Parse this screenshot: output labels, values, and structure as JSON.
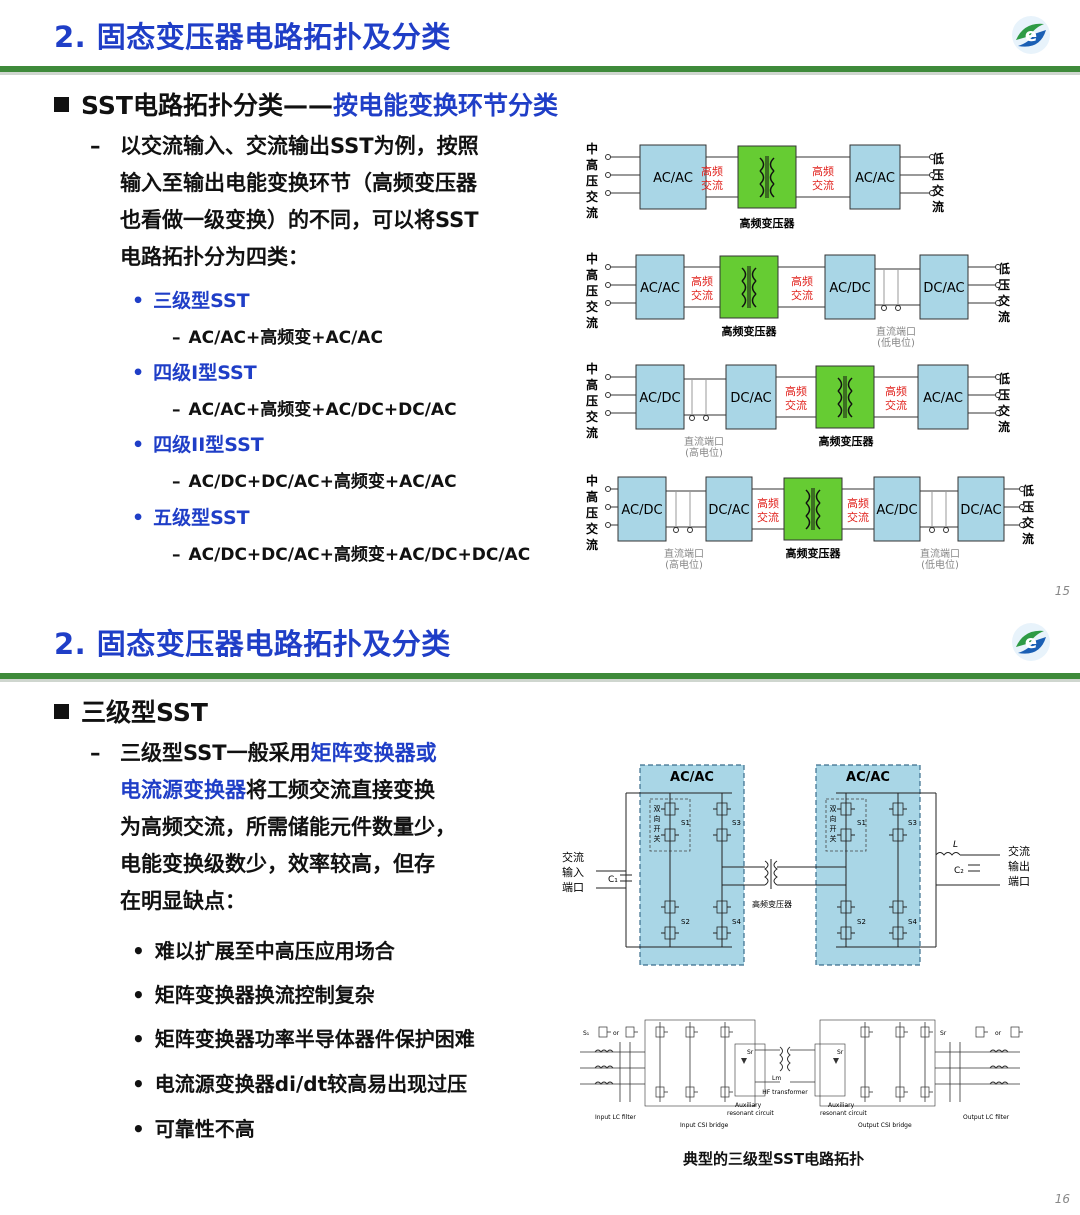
{
  "slide1": {
    "title": "2. 固态变压器电路拓扑及分类",
    "section": "SST电路拓扑分类——",
    "section_highlight": "按电能变换环节分类",
    "dash": "–",
    "intro_lines": [
      "以交流输入、交流输出SST为例，按照",
      "输入至输出电能变换环节（高频变压器",
      "也看做一级变换）的不同，可以将SST",
      "电路拓扑分为四类："
    ],
    "types": [
      {
        "name": "三级型SST",
        "detail": "AC/AC+高频变+AC/AC"
      },
      {
        "name": "四级I型SST",
        "detail": "AC/AC+高频变+AC/DC+DC/AC"
      },
      {
        "name": "四级II型SST",
        "detail": "AC/DC+DC/AC+高频变+AC/AC"
      },
      {
        "name": "五级型SST",
        "detail": "AC/DC+DC/AC+高频变+AC/DC+DC/AC"
      }
    ],
    "diagram": {
      "mv_label": [
        "中",
        "高",
        "压",
        "交",
        "流"
      ],
      "lv_label": [
        "低",
        "压",
        "交",
        "流"
      ],
      "hf_ac": [
        "高频",
        "交流"
      ],
      "transformer_label": "高频变压器",
      "dc_port": "直流端口",
      "high_pot": "(高电位)",
      "low_pot": "(低电位)",
      "acac": "AC/AC",
      "acdc": "AC/DC",
      "dcac": "DC/AC"
    },
    "page": "15"
  },
  "slide2": {
    "title": "2. 固态变压器电路拓扑及分类",
    "section": "三级型SST",
    "dash": "–",
    "intro": [
      {
        "text": "三级型SST一般采用",
        "blue": "矩阵变换器或"
      },
      {
        "blue": "电流源变换器",
        "text": "将工频交流直接变换"
      },
      {
        "text": "为高频交流，所需储能元件数量少，"
      },
      {
        "text": "电能变换级数少，效率较高，但存"
      },
      {
        "text": "在明显缺点："
      }
    ],
    "drawbacks": [
      "难以扩展至中高压应用场合",
      "矩阵变换器换流控制复杂",
      "矩阵变换器功率半导体器件保护困难",
      "电流源变换器di/dt较高易出现过压",
      "可靠性不高"
    ],
    "circuit": {
      "acac_left": "AC/AC",
      "acac_right": "AC/AC",
      "in_label": [
        "交流",
        "输入",
        "端口"
      ],
      "out_label": [
        "交流",
        "输出",
        "端口"
      ],
      "c1": "C₁",
      "c2": "C₂",
      "l": "L",
      "hf_transformer": "高频变压器",
      "switch_note": [
        "双",
        "向",
        "开",
        "关"
      ],
      "s1": "S1",
      "s2": "S2",
      "s3": "S3",
      "s4": "S4"
    },
    "csi_labels": {
      "input_lc": "Input LC filter",
      "input_csi": "Input CSI bridge",
      "aux_left": [
        "Auxiliary",
        "resonant circuit"
      ],
      "hf": "HF transformer",
      "lm": "Lm",
      "sr": "Sr",
      "aux_right": [
        "Auxiliary",
        "resonant circuit"
      ],
      "output_csi": "Output CSI bridge",
      "output_lc": "Output LC filter",
      "or": "or"
    },
    "caption": "典型的三级型SST电路拓扑",
    "page": "16"
  },
  "colors": {
    "title_blue": "#1f3ec7",
    "header_green": "#3e8a3a",
    "box_fill": "#a9d6e6",
    "xfmr_green": "#66cc33",
    "red_text": "#e0201b"
  }
}
